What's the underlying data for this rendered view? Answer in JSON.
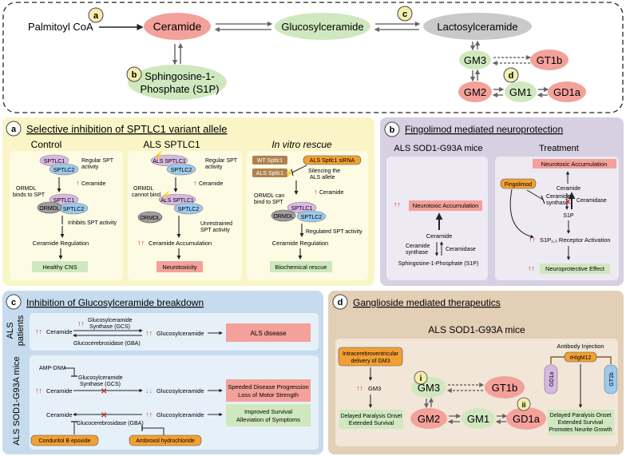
{
  "top": {
    "palmitoyl": "Palmitoyl CoA",
    "ceramide": "Ceramide",
    "glucosylceramide": "Glucosylceramide",
    "lactosylceramide": "Lactosylceramide",
    "s1p_line1": "Sphingosine-1-",
    "s1p_line2": "Phosphate (S1P)",
    "gm3": "GM3",
    "gt1b": "GT1b",
    "gm2": "GM2",
    "gm1": "GM1",
    "gd1a": "GD1a",
    "tag_a": "a",
    "tag_b": "b",
    "tag_c": "c",
    "tag_d": "d"
  },
  "panel_a": {
    "tag": "a",
    "title": "Selective inhibition of SPTLC1 variant allele",
    "control": {
      "title": "Control",
      "sptlc1": "SPTLC1",
      "sptlc2": "SPTLC2",
      "regular_spt_1": "Regular SPT",
      "regular_spt_2": "activity",
      "ceramide": "Ceramide",
      "ormdl_binds_1": "ORMDL",
      "ormdl_binds_2": "binds to SPT",
      "ormdl": "ORMDL",
      "inhibits": "Inhibits SPT activity",
      "regulation": "Ceramide Regulation",
      "outcome": "Healthy CNS"
    },
    "als": {
      "title": "ALS SPTLC1",
      "sptlc1": "ALS SPTLC1",
      "sptlc2": "SPTLC2",
      "regular_spt_1": "Regular SPT",
      "regular_spt_2": "activity",
      "ceramide": "Ceramide",
      "ormdl_cannot_1": "ORMDL",
      "ormdl_cannot_2": "cannot bind",
      "ormdl": "ORMDL",
      "unrestrained_1": "Unrestrained",
      "unrestrained_2": "SPT activity",
      "accumulation": "Ceramide Accumulation",
      "outcome": "Neurotoxicity"
    },
    "rescue": {
      "title": "In vitro rescue",
      "wt": "WT Sptlc1",
      "als": "ALS Sptlc1",
      "sirna": "ALS Sptlc1 siRNA",
      "silencing_1": "Silencing the",
      "silencing_2": "ALS allele",
      "ceramide": "Ceramide",
      "ormdl_can_1": "ORMDL can",
      "ormdl_can_2": "bind to SPT",
      "sptlc1": "SPTLC1",
      "sptlc2": "SPTLC2",
      "ormdl": "ORMDL",
      "regulated": "Regulated SPT activity",
      "regulation": "Ceramide Regulation",
      "outcome": "Biochemical rescue"
    }
  },
  "panel_b": {
    "tag": "b",
    "title": "Fingolimod mediated neuroprotection",
    "left": {
      "title": "ALS SOD1-G93A mice",
      "accumulation": "Neurotoxic Accumulation",
      "ceramide": "Ceramide",
      "synthase_1": "Ceramide",
      "synthase_2": "synthase",
      "ceramidase": "Ceramidase",
      "s1p": "Sphingosine-1-Phosphate (S1P)"
    },
    "right": {
      "title": "Treatment",
      "accumulation": "Neurotoxic Accumulation",
      "fingolimod": "Fingolimod",
      "ceramide": "Ceramide",
      "synthase_1": "Ceramide",
      "synthase_2": "synthase",
      "ceramidase": "Ceramidase",
      "s1p": "S1P",
      "receptor": "S1P₁,₃ Receptor Activation",
      "effect": "Neuroprotective Effect"
    }
  },
  "panel_c": {
    "tag": "c",
    "title": "Inhibition of Glucosylceramide breakdown",
    "patients_label_1": "ALS",
    "patients_label_2": "patients",
    "mice_label": "ALS SOD1-G93A mice",
    "row1": {
      "ceramide": "Ceramide",
      "gcs_1": "Glucosylceramide",
      "gcs_2": "Synthase (GCS)",
      "glucosylceramide": "Glucosylceramide",
      "gba": "Glucocerebrosidase (GBA)",
      "outcome": "ALS disease"
    },
    "row2": {
      "ampdnm": "AMP-DNM",
      "ceramide": "Ceramide",
      "gcs_1": "Glucosylceramide",
      "gcs_2": "Synthase (GCS)",
      "glucosylceramide": "Glucosylceramide",
      "outcome_1": "Speeded Disease Progression",
      "outcome_2": "Loss of Motor Strength"
    },
    "row3": {
      "ceramide": "Ceramide",
      "gba": "Glucocerebrosidase (GBA)",
      "glucosylceramide": "Glucosylceramide",
      "outcome_1": "Improved Survival",
      "outcome_2": "Alleviation of Symptoms",
      "conduritol": "Conduritol B epoxide",
      "ambroxol": "Ambroxol hydrochloride"
    }
  },
  "panel_d": {
    "tag": "d",
    "title": "Ganglioside mediated therapeutics",
    "subtitle": "ALS SOD1-G93A mice",
    "delivery_1": "Intracerebroventricular",
    "delivery_2": "delivery of GM3",
    "gm3_label": "GM3",
    "outcome_left_1": "Delayed Paralysis Onset",
    "outcome_left_2": "Extended Survival",
    "gm3": "GM3",
    "gt1b": "GT1b",
    "gm2": "GM2",
    "gm1": "GM1",
    "gd1a": "GD1a",
    "tag_i": "i",
    "tag_ii": "ii",
    "antibody_title": "Antibody Injection",
    "rhigm12": "rHIgM12",
    "ab_gd1a": "GD1a",
    "ab_gt1b": "GT1b",
    "outcome_right_1": "Delayed Paralysis Onset",
    "outcome_right_2": "Extended Survival",
    "outcome_right_3": "Promotes Neurite Growth"
  },
  "colors": {
    "ceramide_red": "#f3a19a",
    "green_ellipse": "#cfe8bf",
    "lacto_grey": "#c9c9c9",
    "tag_yellow": "#f3eeae",
    "panel_a_bg": "#faf5c6",
    "panel_b_bg": "#d6d0e2",
    "panel_c_bg": "#c6dcee",
    "panel_d_bg": "#e3cfb6",
    "orange_drug": "#f2a033",
    "up_arrow_red": "#c0392b",
    "down_arrow_blue": "#5b9bd5"
  }
}
